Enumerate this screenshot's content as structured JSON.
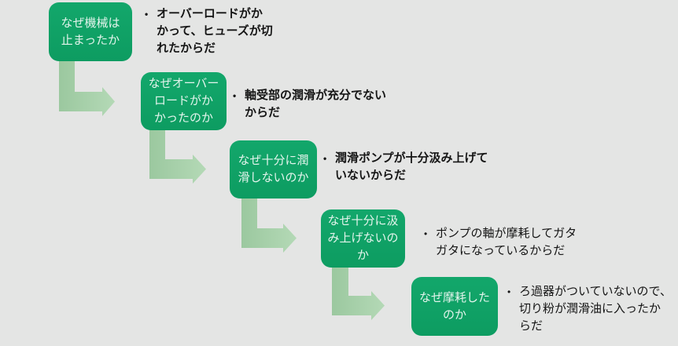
{
  "diagram": {
    "kind": "5-whys-analysis",
    "colors": {
      "background": "#E4E5E4",
      "box_fill": "#0FA166",
      "box_text": "#E3F4EC",
      "arrow_fill": "#A3CFA6",
      "answer_text": "#151515"
    },
    "steps": [
      {
        "question": "なぜ機械は\n止まったか",
        "bullet": "•",
        "answer": "オーバーロードがか\nかって、ヒューズが切\nれたからだ",
        "answer_bold": true
      },
      {
        "question": "なぜオーバー\nロードがか\nかったのか",
        "bullet": "•",
        "answer": "軸受部の潤滑が充分でない\nからだ",
        "answer_bold": true
      },
      {
        "question": "なぜ十分に潤\n滑しないのか",
        "bullet": "•",
        "answer": "潤滑ポンプが十分汲み上げて\nいないからだ",
        "answer_bold": true
      },
      {
        "question": "なぜ十分に汲\nみ上げないの\nか",
        "bullet": "•",
        "answer": "ポンプの軸が摩耗してガタ\nガタになっているからだ",
        "answer_bold": false
      },
      {
        "question": "なぜ摩耗した\nのか",
        "bullet": "•",
        "answer": "ろ過器がついていないので、\n切り粉が潤滑油に入ったか\nらだ",
        "answer_bold": false
      }
    ]
  }
}
